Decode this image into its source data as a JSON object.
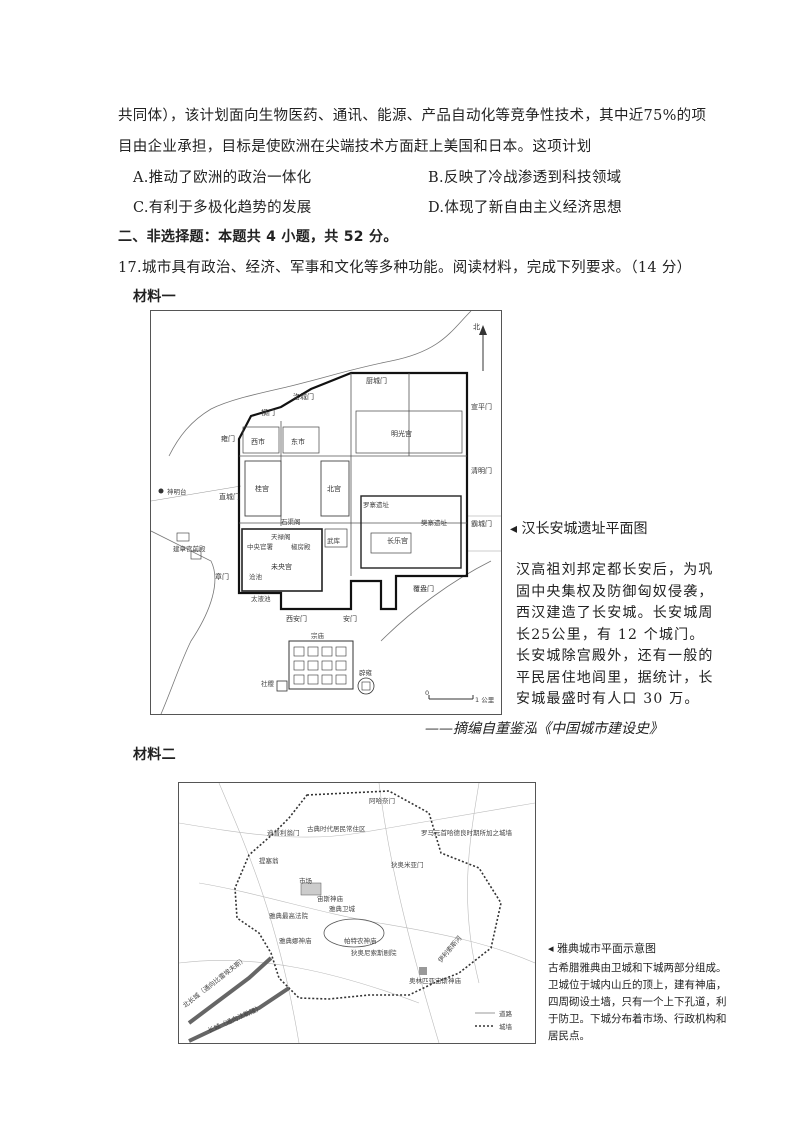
{
  "question_text": {
    "line1": "共同体），该计划面向生物医药、通讯、能源、产品自动化等竞争性技术，其中近75%的项",
    "line2": "目由企业承担，目标是使欧洲在尖端技术方面赶上美国和日本。这项计划"
  },
  "options": {
    "a": "A.推动了欧洲的政治一体化",
    "b": "B.反映了冷战渗透到科技领域",
    "c": "C.有利于多极化趋势的发展",
    "d": "D.体现了新自由主义经济思想"
  },
  "section_title": "二、非选择题：本题共 4 小题，共 52 分。",
  "q17": "17.城市具有政治、经济、军事和文化等多种功能。阅读材料，完成下列要求。（14 分）",
  "material1": {
    "label": "材料一",
    "caption": "◂ 汉长安城遗址平面图",
    "description": "汉高祖刘邦定都长安后，为巩固中央集权及防御匈奴侵袭，西汉建造了长安城。长安城周长25公里，有 12 个城门。长安城除宫殿外，还有一般的平民居住地闾里，据统计，长安城最盛时有人口 30 万。",
    "source": "——摘编自董鉴泓《中国城市建设史》",
    "map_labels": {
      "north": "北",
      "chu_gate": "厨城门",
      "heng_gate": "横门",
      "luo_gate": "洛城门",
      "xuanping_gate": "宣平门",
      "yong_gate": "雍门",
      "qingming_gate": "清明门",
      "zhicheng_gate": "直城门",
      "bacheng_gate": "霸城门",
      "zhang_gate": "章门",
      "fu_gate": "覆盎门",
      "an_gate": "安门",
      "xian_gate": "西安门",
      "west_market": "西市",
      "east_market": "东市",
      "mingguang": "明光宫",
      "gui_palace": "桂宫",
      "north_palace": "北宫",
      "changle": "长乐宫",
      "weiyang": "未央宫",
      "shenming": "神明台",
      "jianzhang": "建章宫前殿",
      "tianlu": "天禄阁",
      "shiqu": "石渠阁",
      "qianqiu": "中央官署",
      "jiaofang": "椒房殿",
      "wuku": "武库",
      "taiye": "太液池",
      "canglang": "沧池",
      "luojiang": "罗寨遗址",
      "kaoyi": "樊寨遗址",
      "zongmiao": "宗庙",
      "sheji": "社稷",
      "biyong": "辟雍",
      "scale": "0",
      "scale_unit": "1 公里"
    }
  },
  "material2": {
    "label": "材料二",
    "caption": "◂ 雅典城市平面示意图",
    "description": "古希腊雅典由卫城和下城两部分组成。卫城位于城内山丘的顶上，建有神庙，四周砌设土墙，只有一个上下孔道，利于防卫。下城分布着市场、行政机构和居民点。",
    "map_labels": {
      "top_gate": "阿哈奈门",
      "dipylon": "迪普利翁门",
      "residences": "古典时代居民常住区",
      "roman": "罗马元首哈德良时期所加之城墙",
      "theseum": "提塞翁",
      "agora": "市场",
      "areopagus": "雅典最高法院",
      "acropolis": "雅典卫城",
      "pnyx": "雅典娜神庙",
      "zeus": "宙斯神庙",
      "parthenon": "帕特农神庙",
      "dionysus": "狄奥尼索斯剧院",
      "olympieion": "奥林匹亚宙斯神庙",
      "diomia": "狄奥米亚门",
      "long_wall_n": "北长城（通向比雷埃夫斯）",
      "long_wall_s": "长城（通向法勒隆）",
      "ilissos": "伊利索斯河",
      "legend_road": "道路",
      "legend_wall": "城墙"
    }
  }
}
